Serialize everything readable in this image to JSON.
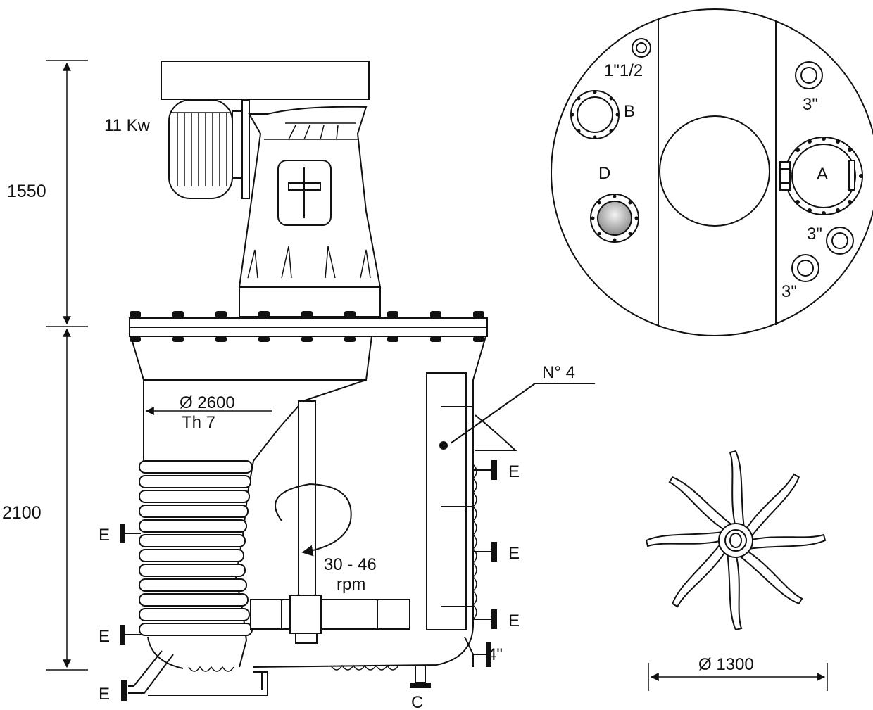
{
  "dimensions": {
    "height_upper": "1550",
    "height_lower": "2100",
    "vessel_diameter": "Ø 2600",
    "wall_thickness": "Th 7",
    "impeller_diameter": "Ø 1300"
  },
  "motor": {
    "power": "11 Kw"
  },
  "agitator": {
    "speed": "30 - 46",
    "speed_unit": "rpm"
  },
  "baffles": {
    "count": "N° 4"
  },
  "nozzles": {
    "e": "E",
    "c": "C",
    "bottom_outlet_size": "4\"",
    "a": "A",
    "b": "B",
    "d": "D",
    "size_1_half": "1\"1/2",
    "size_3": "3\""
  }
}
